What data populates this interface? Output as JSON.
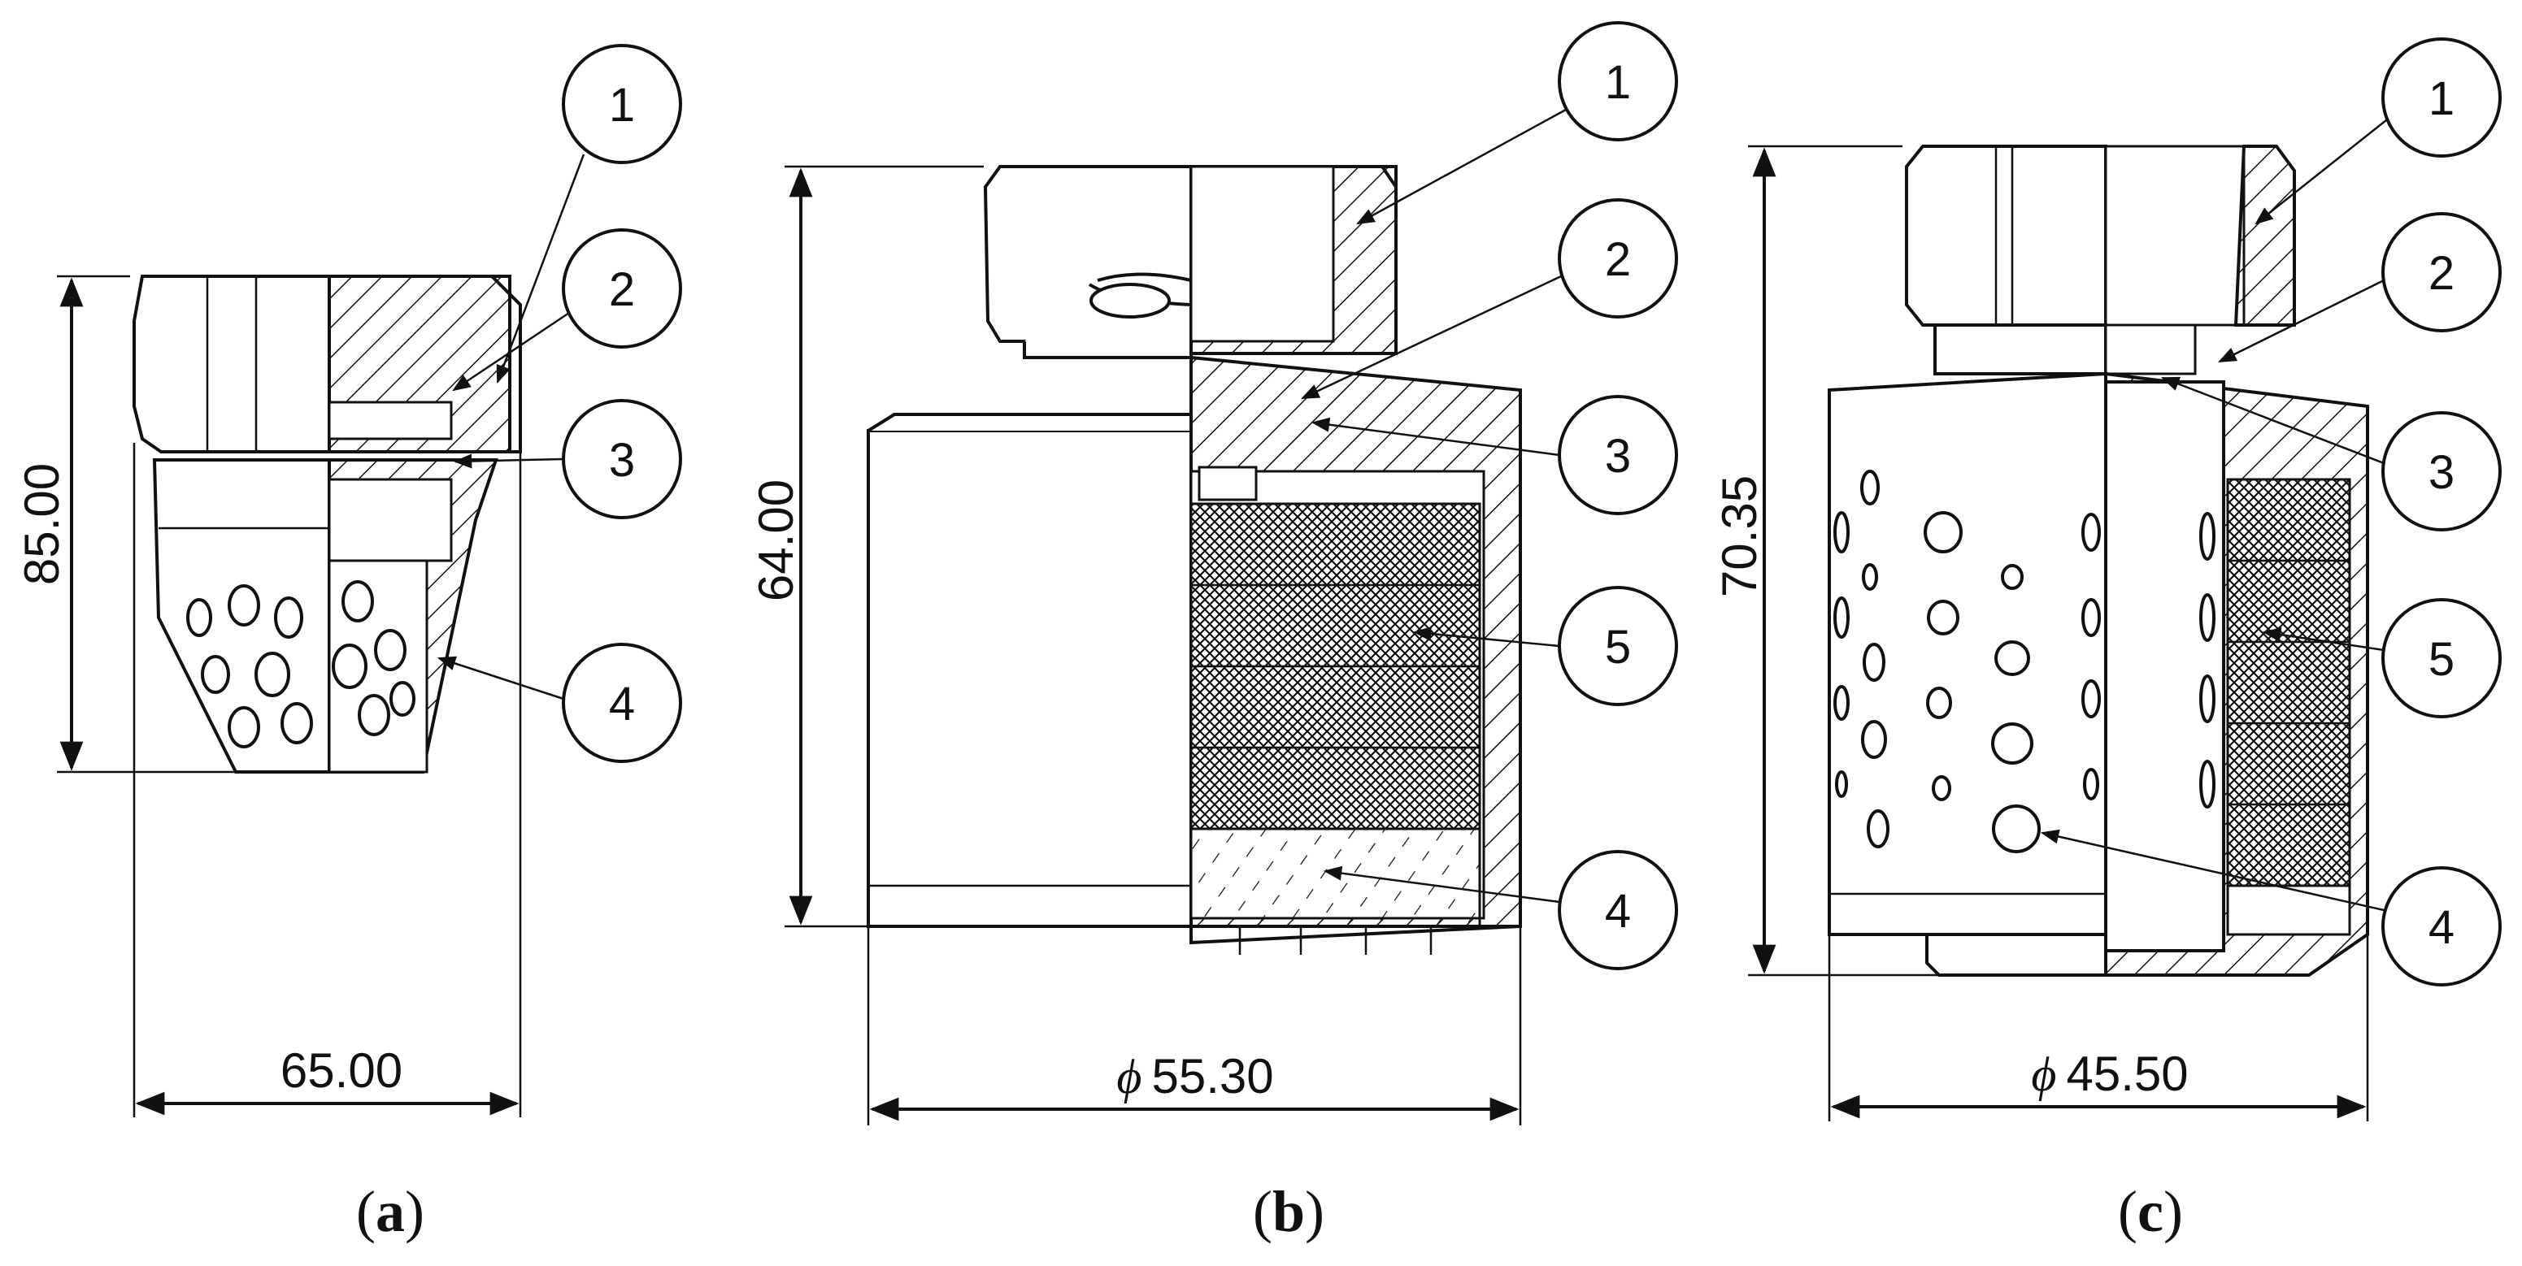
{
  "panels": [
    {
      "caption_open": "(",
      "caption_letter": "a",
      "caption_close": ")",
      "height_dim": "85.00",
      "width_dim": "65.00",
      "callouts": [
        "1",
        "2",
        "3",
        "4"
      ]
    },
    {
      "caption_open": "(",
      "caption_letter": "b",
      "caption_close": ")",
      "height_dim": "64.00",
      "diameter_symbol": "ϕ",
      "width_dim": "55.30",
      "callouts": [
        "1",
        "2",
        "3",
        "5",
        "4"
      ]
    },
    {
      "caption_open": "(",
      "caption_letter": "c",
      "caption_close": ")",
      "height_dim": "70.35",
      "diameter_symbol": "ϕ",
      "width_dim": "45.50",
      "callouts": [
        "1",
        "2",
        "3",
        "5",
        "4"
      ]
    }
  ],
  "colors": {
    "line": "#111111",
    "background": "#ffffff"
  }
}
